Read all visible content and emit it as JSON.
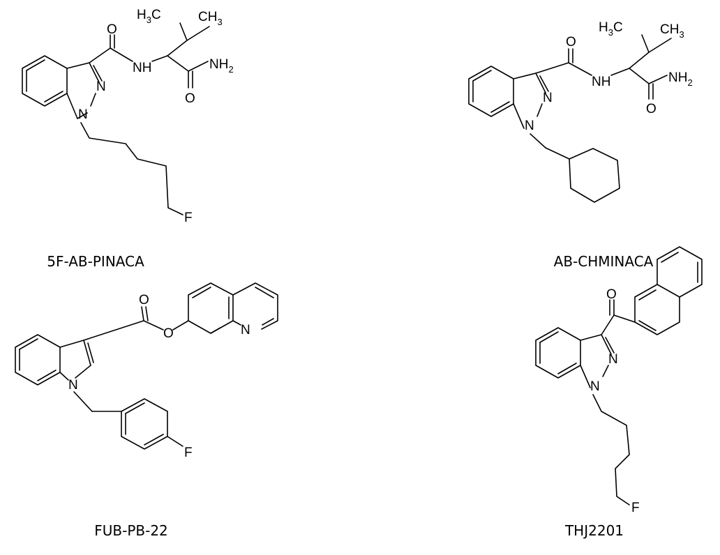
{
  "molecules": [
    {
      "name": "5F-AB-PINACA",
      "atoms": {
        "o_carbonyl": "O",
        "o_amide": "O",
        "nh": "NH",
        "nh2_main": "NH",
        "nh2_sub": "2",
        "n1": "N",
        "n2": "N",
        "ch3_left_main": "H",
        "ch3_left_sub": "3",
        "ch3_left_c": "C",
        "ch3_right_main": "CH",
        "ch3_right_sub": "3",
        "f": "F"
      }
    },
    {
      "name": "AB-CHMINACA",
      "atoms": {
        "o_carbonyl": "O",
        "o_amide": "O",
        "nh": "NH",
        "nh2_main": "NH",
        "nh2_sub": "2",
        "n1": "N",
        "n2": "N",
        "ch3_left_main": "H",
        "ch3_left_sub": "3",
        "ch3_left_c": "C",
        "ch3_right_main": "CH",
        "ch3_right_sub": "3"
      }
    },
    {
      "name": "FUB-PB-22",
      "atoms": {
        "o_carbonyl": "O",
        "o_ester": "O",
        "n_indole": "N",
        "n_quinoline": "N",
        "f": "F"
      }
    },
    {
      "name": "THJ2201",
      "atoms": {
        "o_ketone": "O",
        "n1": "N",
        "n2": "N",
        "f": "F"
      }
    }
  ]
}
